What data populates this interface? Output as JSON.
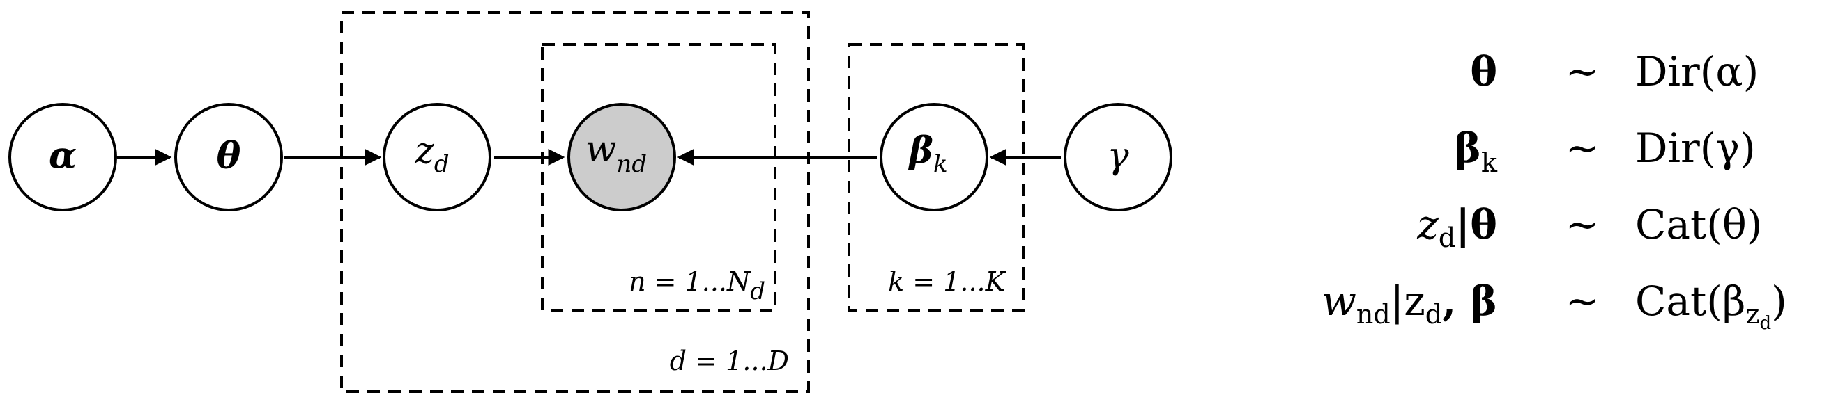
{
  "nodes": {
    "alpha": {
      "symbol": "α",
      "observed": false
    },
    "theta": {
      "symbol": "θ",
      "observed": false
    },
    "z": {
      "symbol": "z",
      "sub": "d",
      "observed": false
    },
    "w": {
      "symbol": "w",
      "sub": "nd",
      "observed": true
    },
    "beta": {
      "symbol": "β",
      "sub": "k",
      "observed": false
    },
    "gamma": {
      "symbol": "γ",
      "observed": false
    }
  },
  "plates": {
    "d_plate": {
      "label": "d = 1...D"
    },
    "n_plate": {
      "label": "n = 1...N",
      "label_sub": "d"
    },
    "k_plate": {
      "label": "k = 1...K"
    }
  },
  "equations": [
    {
      "lhs": "θ",
      "rel": "~",
      "rhs": "Dir(α)"
    },
    {
      "lhs": "β",
      "lhs_sub": "k",
      "rel": "~",
      "rhs": "Dir(γ)"
    },
    {
      "lhs": "z",
      "lhs_sub": "d",
      "lhs_rest": "|θ",
      "rel": "~",
      "rhs": "Cat(θ)"
    },
    {
      "lhs": "w",
      "lhs_sub": "nd",
      "lhs_rest": "|z",
      "lhs_sub2": "d",
      "lhs_rest2": ", β",
      "rel": "~",
      "rhs": "Cat(β",
      "rhs_sub": "z",
      "rhs_subsub": "d",
      "rhs_end": ")"
    }
  ],
  "colors": {
    "observed_fill": "#cccccc",
    "latent_fill": "#ffffff",
    "stroke": "#000000"
  }
}
